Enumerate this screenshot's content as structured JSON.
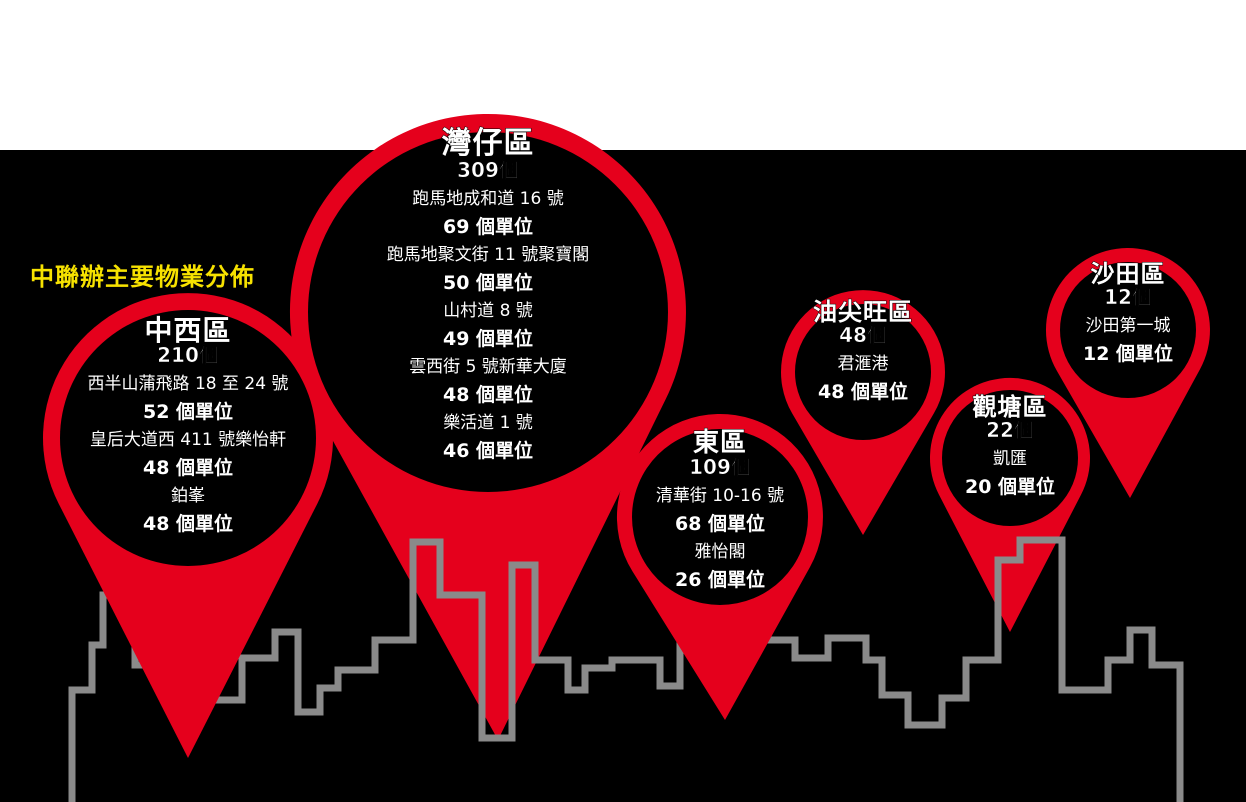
{
  "title": "中聯辦主要物業分佈",
  "colors": {
    "pin_red": "#e5001c",
    "pin_inner": "#000000",
    "skyline_stroke": "#8a8a8a",
    "title_yellow": "#f7e200"
  },
  "districts": [
    {
      "name": "灣仔區",
      "count": "309個",
      "properties": [
        {
          "address": "跑馬地成和道 16 號",
          "units": "69 個單位"
        },
        {
          "address": "跑馬地聚文街 11 號聚寶閣",
          "units": "50 個單位"
        },
        {
          "address": "山村道 8 號",
          "units": "49 個單位"
        },
        {
          "address": "雲西街 5 號新華大廈",
          "units": "48 個單位"
        },
        {
          "address": "樂活道 1 號",
          "units": "46 個單位"
        }
      ]
    },
    {
      "name": "中西區",
      "count": "210個",
      "properties": [
        {
          "address": "西半山蒲飛路 18 至 24 號",
          "units": "52 個單位"
        },
        {
          "address": "皇后大道西 411 號樂怡軒",
          "units": "48 個單位"
        },
        {
          "address": "鉑峯",
          "units": "48 個單位"
        }
      ]
    },
    {
      "name": "東區",
      "count": "109個",
      "properties": [
        {
          "address": "清華街 10-16 號",
          "units": "68 個單位"
        },
        {
          "address": "雅怡閣",
          "units": "26 個單位"
        }
      ]
    },
    {
      "name": "油尖旺區",
      "count": "48個",
      "properties": [
        {
          "address": "君滙港",
          "units": "48 個單位"
        }
      ]
    },
    {
      "name": "觀塘區",
      "count": "22個",
      "properties": [
        {
          "address": "凱匯",
          "units": "20 個單位"
        }
      ]
    },
    {
      "name": "沙田區",
      "count": "12個",
      "properties": [
        {
          "address": "沙田第一城",
          "units": "12 個單位"
        }
      ]
    }
  ]
}
